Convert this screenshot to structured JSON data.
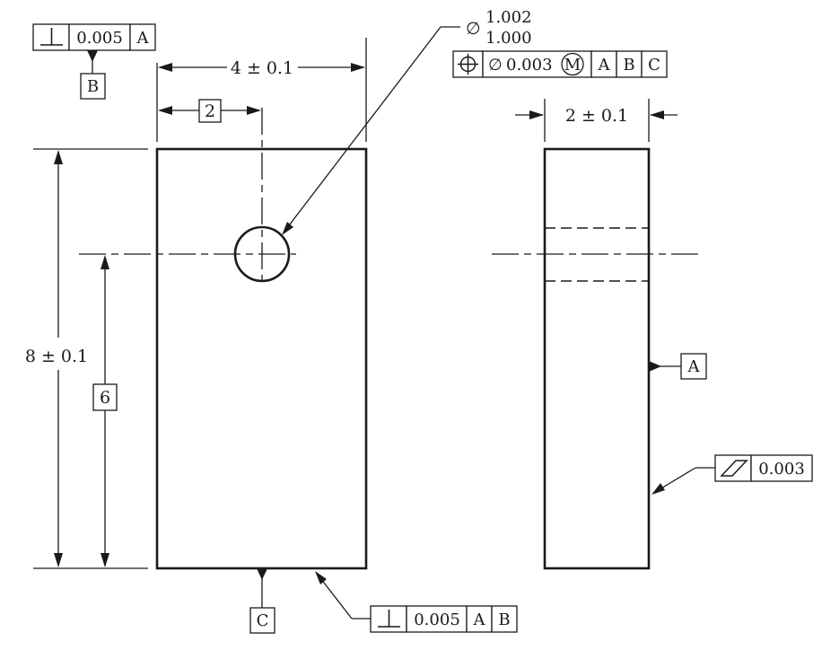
{
  "front_view": {
    "fcf_top": {
      "symbol": "perpendicularity",
      "tolerance": "0.005",
      "datums": [
        "A"
      ]
    },
    "datum_b": "B",
    "dim_width": "4 ± 0.1",
    "dim_hole_x": "2",
    "dim_height": "8 ± 0.1",
    "dim_hole_y": "6",
    "datum_c": "C",
    "fcf_bottom": {
      "symbol": "perpendicularity",
      "tolerance": "0.005",
      "datums": [
        "A",
        "B"
      ]
    },
    "hole": {
      "diameter_symbol": "∅",
      "upper": "1.002",
      "lower": "1.000",
      "fcf": {
        "symbol": "position",
        "tolerance_diameter": "∅",
        "tolerance": "0.003",
        "modifier": "M",
        "datums": [
          "A",
          "B",
          "C"
        ]
      }
    }
  },
  "side_view": {
    "dim_thickness": "2 ± 0.1",
    "datum_a": "A",
    "fcf_flatness": {
      "symbol": "flatness",
      "tolerance": "0.003"
    }
  }
}
